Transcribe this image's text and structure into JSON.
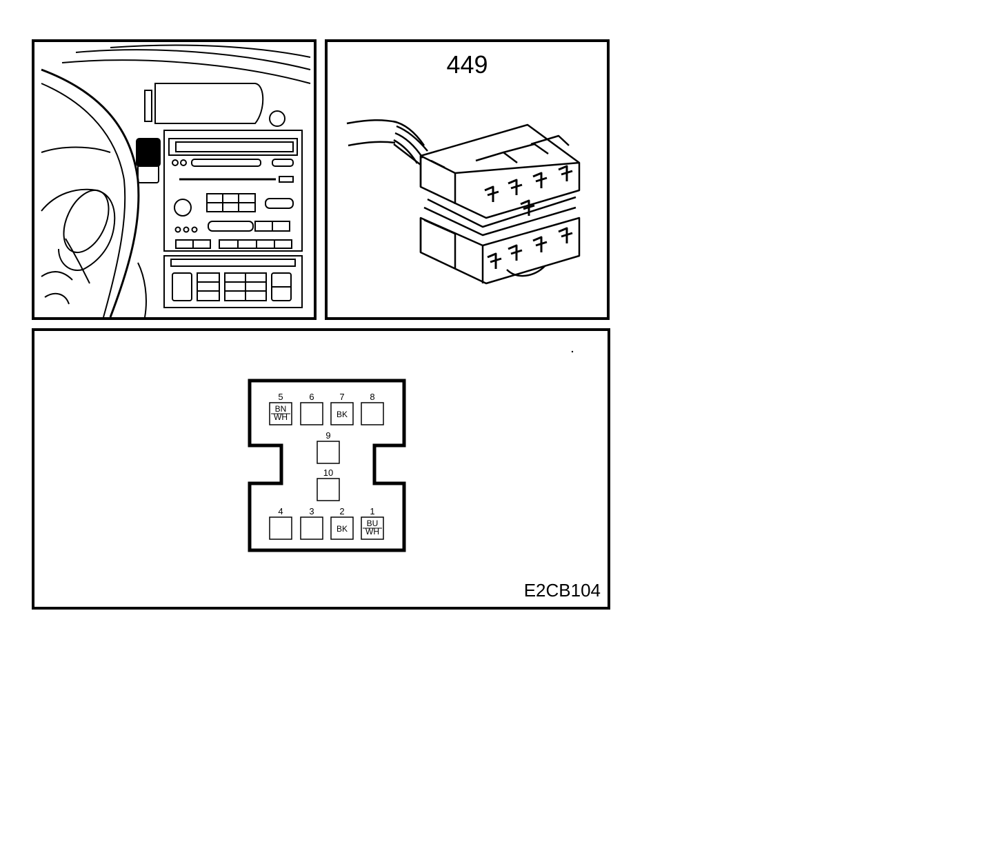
{
  "connector": {
    "number": "449"
  },
  "diagram_code": "E2CB104",
  "pins": [
    {
      "id": "5",
      "wire": [
        "BN",
        "WH"
      ]
    },
    {
      "id": "6",
      "wire": []
    },
    {
      "id": "7",
      "wire": [
        "BK"
      ]
    },
    {
      "id": "8",
      "wire": []
    },
    {
      "id": "9",
      "wire": []
    },
    {
      "id": "10",
      "wire": []
    },
    {
      "id": "4",
      "wire": []
    },
    {
      "id": "3",
      "wire": []
    },
    {
      "id": "2",
      "wire": [
        "BK"
      ]
    },
    {
      "id": "1",
      "wire": [
        "BU",
        "WH"
      ]
    }
  ]
}
